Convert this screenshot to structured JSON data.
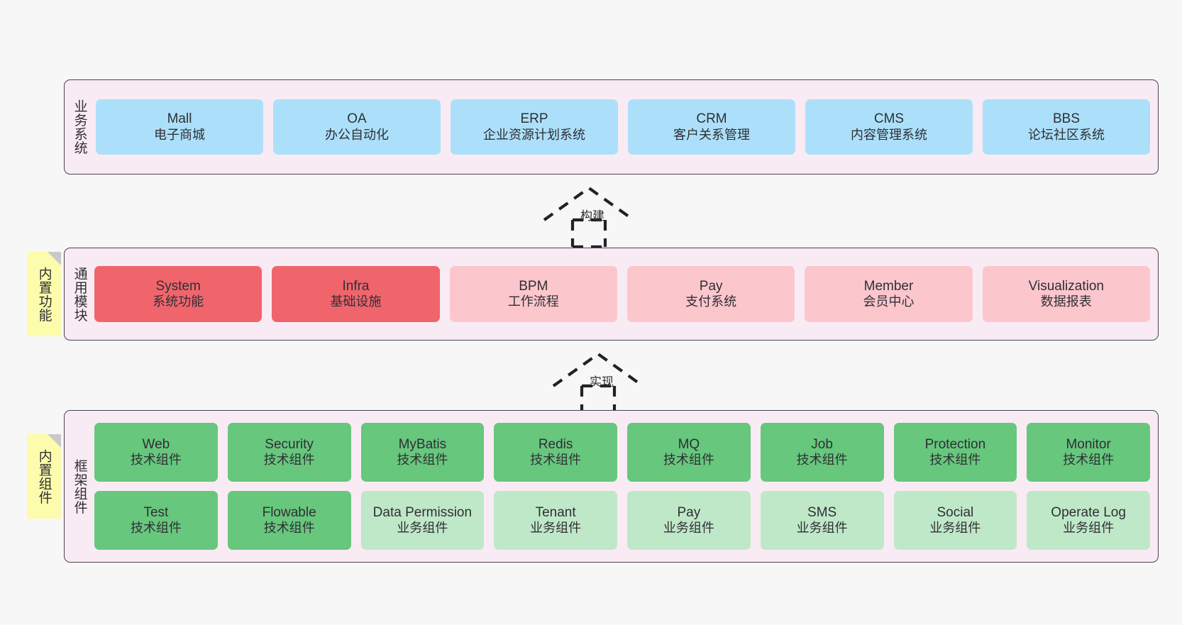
{
  "layers": {
    "business": {
      "title": "业务系统",
      "cards": [
        {
          "name": "Mall",
          "desc": "电子商城"
        },
        {
          "name": "OA",
          "desc": "办公自动化"
        },
        {
          "name": "ERP",
          "desc": "企业资源计划系统"
        },
        {
          "name": "CRM",
          "desc": "客户关系管理"
        },
        {
          "name": "CMS",
          "desc": "内容管理系统"
        },
        {
          "name": "BBS",
          "desc": "论坛社区系统"
        }
      ]
    },
    "common": {
      "title": "通用模块",
      "note": "内置功能",
      "cards": [
        {
          "name": "System",
          "desc": "系统功能",
          "tone": "red-strong"
        },
        {
          "name": "Infra",
          "desc": "基础设施",
          "tone": "red-strong"
        },
        {
          "name": "BPM",
          "desc": "工作流程",
          "tone": "red-light"
        },
        {
          "name": "Pay",
          "desc": "支付系统",
          "tone": "red-light"
        },
        {
          "name": "Member",
          "desc": "会员中心",
          "tone": "red-light"
        },
        {
          "name": "Visualization",
          "desc": "数据报表",
          "tone": "red-light"
        }
      ]
    },
    "framework": {
      "title": "框架组件",
      "note": "内置组件",
      "row1": [
        {
          "name": "Web",
          "desc": "技术组件"
        },
        {
          "name": "Security",
          "desc": "技术组件"
        },
        {
          "name": "MyBatis",
          "desc": "技术组件"
        },
        {
          "name": "Redis",
          "desc": "技术组件"
        },
        {
          "name": "MQ",
          "desc": "技术组件"
        },
        {
          "name": "Job",
          "desc": "技术组件"
        },
        {
          "name": "Protection",
          "desc": "技术组件"
        },
        {
          "name": "Monitor",
          "desc": "技术组件"
        }
      ],
      "row2": [
        {
          "name": "Test",
          "desc": "技术组件",
          "tone": "green-strong"
        },
        {
          "name": "Flowable",
          "desc": "技术组件",
          "tone": "green-strong"
        },
        {
          "name": "Data Permission",
          "desc": "业务组件",
          "tone": "green-light"
        },
        {
          "name": "Tenant",
          "desc": "业务组件",
          "tone": "green-light"
        },
        {
          "name": "Pay",
          "desc": "业务组件",
          "tone": "green-light"
        },
        {
          "name": "SMS",
          "desc": "业务组件",
          "tone": "green-light"
        },
        {
          "name": "Social",
          "desc": "业务组件",
          "tone": "green-light"
        },
        {
          "name": "Operate Log",
          "desc": "业务组件",
          "tone": "green-light"
        }
      ]
    }
  },
  "connectors": [
    {
      "id": "build",
      "label": "构建"
    },
    {
      "id": "impl",
      "label": "实现"
    }
  ],
  "colors": {
    "background": "#f7f7f7",
    "layer_fill": "#f9ebf4",
    "layer_border": "#4a4452",
    "blue": "#ace0fa",
    "red_strong": "#f0656c",
    "red_light": "#fcc6cd",
    "green_strong": "#67c77d",
    "green_light": "#bfe8c8",
    "note_yellow": "#fcfcac",
    "note_fold": "#c9c9c9",
    "text": "#2f2f34"
  }
}
